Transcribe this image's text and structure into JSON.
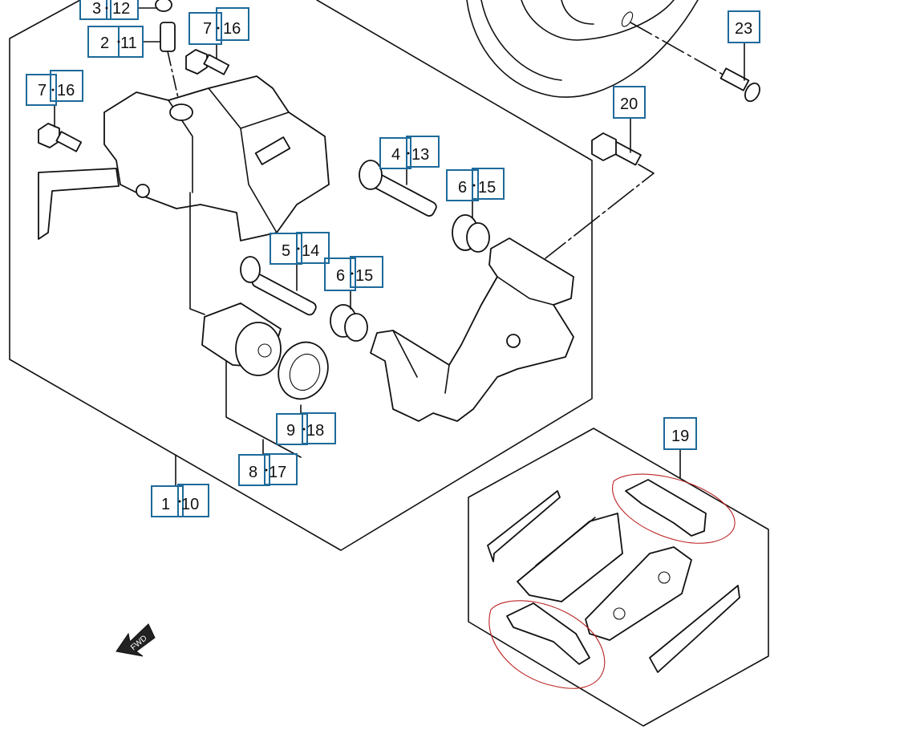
{
  "diagram": {
    "callouts": [
      {
        "id": "c-3-12",
        "a": "3",
        "b": "12"
      },
      {
        "id": "c-2-11",
        "a": "2",
        "b": "11"
      },
      {
        "id": "c-7-16-top",
        "a": "7",
        "b": "16"
      },
      {
        "id": "c-7-16-left",
        "a": "7",
        "b": "16"
      },
      {
        "id": "c-23",
        "a": "23"
      },
      {
        "id": "c-20",
        "a": "20"
      },
      {
        "id": "c-4-13",
        "a": "4",
        "b": "13"
      },
      {
        "id": "c-6-15-upper",
        "a": "6",
        "b": "15"
      },
      {
        "id": "c-5-14",
        "a": "5",
        "b": "14"
      },
      {
        "id": "c-6-15-lower",
        "a": "6",
        "b": "15"
      },
      {
        "id": "c-9-18",
        "a": "9",
        "b": "18"
      },
      {
        "id": "c-8-17",
        "a": "8",
        "b": "17"
      },
      {
        "id": "c-1-10",
        "a": "1",
        "b": "10"
      },
      {
        "id": "c-19",
        "a": "19"
      }
    ],
    "fwd_label": "FWD",
    "colors": {
      "callout_border": "#1d6a9a",
      "line": "#111111",
      "highlight": "#b22222"
    }
  }
}
